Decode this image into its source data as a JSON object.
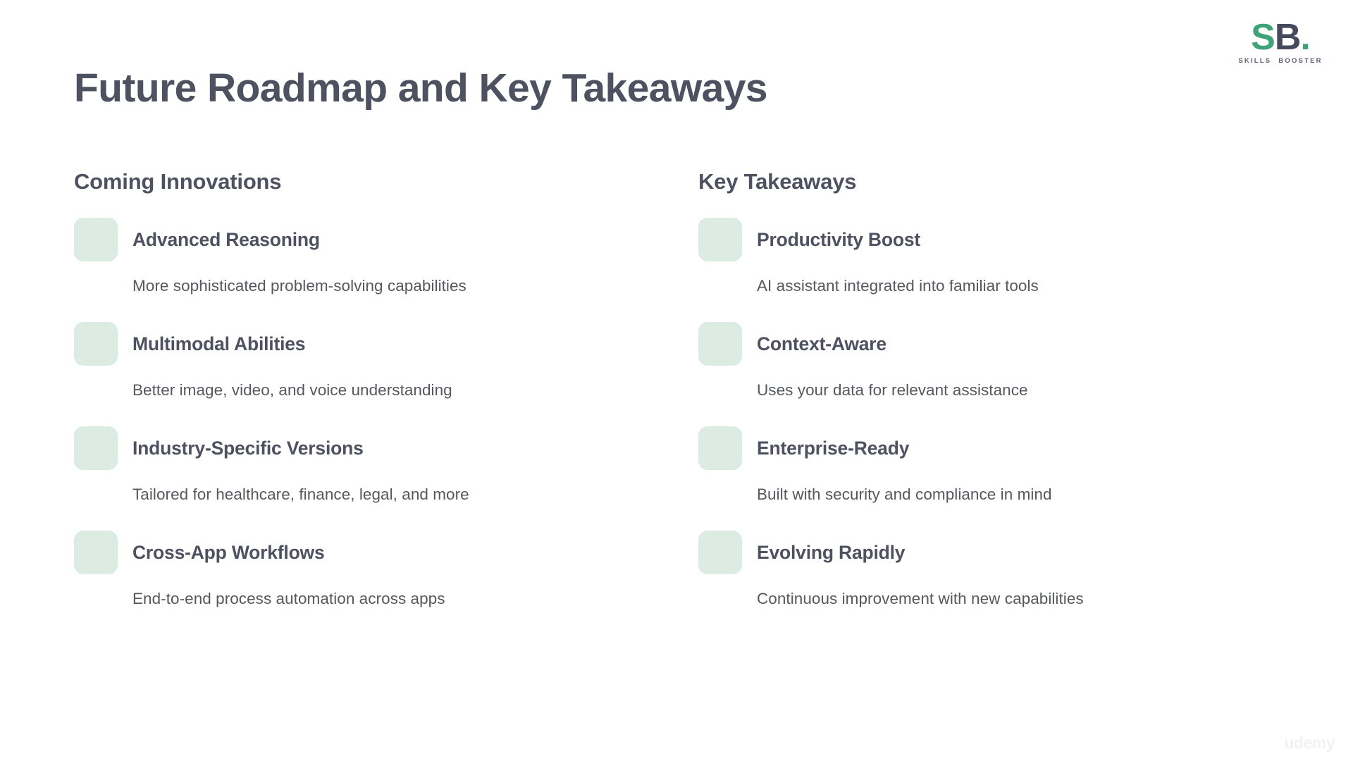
{
  "brand": {
    "logo_s": "S",
    "logo_b": "B",
    "logo_dot": ".",
    "logo_sub_left": "SKILLS",
    "logo_sub_right": "BOOSTER",
    "accent_green": "#3fa37a",
    "dark_slate": "#454a5c"
  },
  "page": {
    "title": "Future Roadmap and Key Takeaways",
    "title_color": "#4d5160",
    "background": "#ffffff",
    "icon_tile_color": "#dcece2",
    "body_text_color": "#55585f"
  },
  "columns": [
    {
      "heading": "Coming Innovations",
      "items": [
        {
          "icon": "rounded-square-icon",
          "title": "Advanced Reasoning",
          "description": "More sophisticated problem-solving capabilities"
        },
        {
          "icon": "rounded-square-icon",
          "title": "Multimodal Abilities",
          "description": "Better image, video, and voice understanding"
        },
        {
          "icon": "rounded-square-icon",
          "title": "Industry-Specific Versions",
          "description": "Tailored for healthcare, finance, legal, and more"
        },
        {
          "icon": "rounded-square-icon",
          "title": "Cross-App Workflows",
          "description": "End-to-end process automation across apps"
        }
      ]
    },
    {
      "heading": "Key Takeaways",
      "items": [
        {
          "icon": "rounded-square-icon",
          "title": "Productivity Boost",
          "description": "AI assistant integrated into familiar tools"
        },
        {
          "icon": "rounded-square-icon",
          "title": "Context-Aware",
          "description": "Uses your data for relevant assistance"
        },
        {
          "icon": "rounded-square-icon",
          "title": "Enterprise-Ready",
          "description": "Built with security and compliance in mind"
        },
        {
          "icon": "rounded-square-icon",
          "title": "Evolving Rapidly",
          "description": "Continuous improvement with new capabilities"
        }
      ]
    }
  ],
  "watermark": {
    "text": "udemy"
  }
}
